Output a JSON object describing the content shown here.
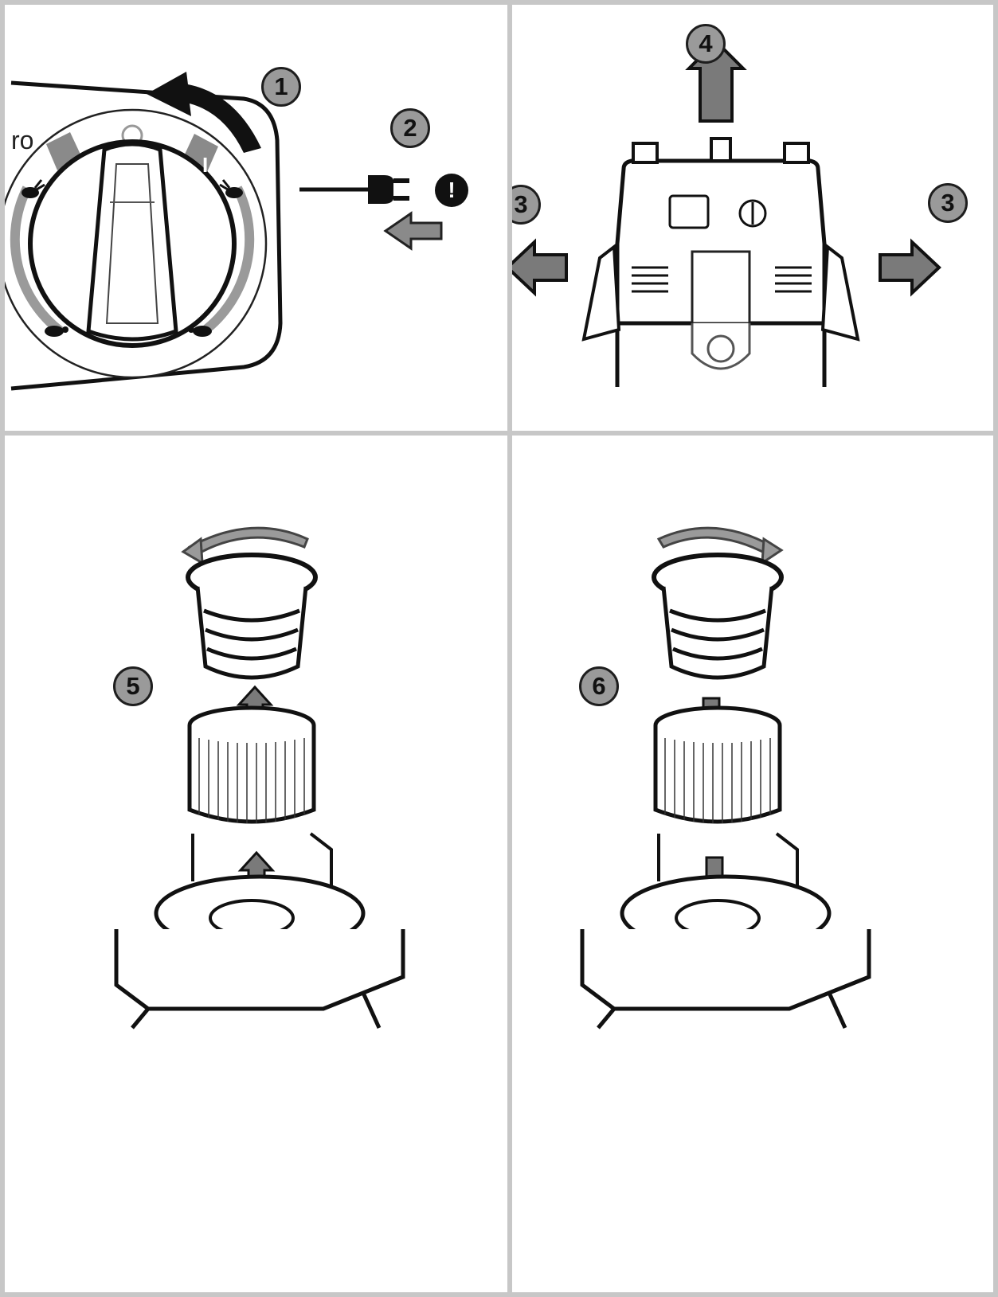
{
  "steps": {
    "step1": "1",
    "step2": "2",
    "step3_left": "3",
    "step3_right": "3",
    "step4": "4",
    "step5": "5",
    "step6": "6"
  },
  "dial": {
    "partial_label": "ro",
    "off_mark": "O",
    "on_mark": "I"
  },
  "warning_symbol": "!",
  "colors": {
    "badge_fill": "#9a9a9a",
    "arrow_fill": "#7a7a7a",
    "divider": "#c7c7c7",
    "line": "#111111"
  },
  "icons": {
    "rotate": "rotate-arrow-icon",
    "plug": "power-plug-icon",
    "up": "arrow-up-icon",
    "down": "arrow-down-icon",
    "left": "arrow-left-icon",
    "right": "arrow-right-icon",
    "rabbit": "rabbit-icon",
    "turtle": "turtle-icon"
  }
}
